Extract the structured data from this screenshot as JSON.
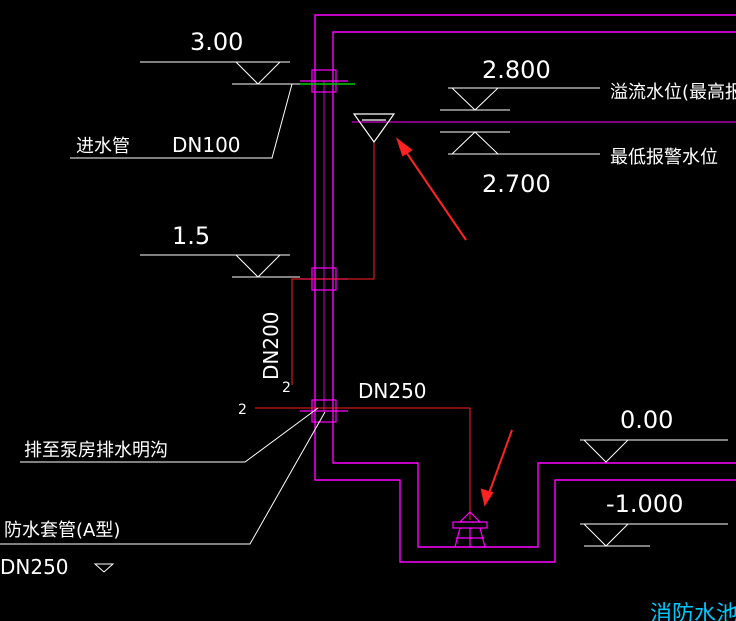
{
  "colors": {
    "background": "#000000",
    "wall": "#ff00ff",
    "pipe": "#ff2020",
    "leader": "#ffffff",
    "inlet_marker": "#00cc00",
    "arrow": "#ff2222",
    "caption": "#00c8ff"
  },
  "elevations": {
    "inlet": "3.00",
    "overflow": "2.800",
    "low_alarm": "2.700",
    "mid": "1.5",
    "ground": "0.00",
    "basement": "-1.000"
  },
  "labels": {
    "inlet_pipe": "进水管",
    "inlet_dn": "DN100",
    "overflow_level": "溢流水位(最高报警",
    "low_alarm_level": "最低报警水位",
    "drain_dn200": "DN200",
    "drain_dn250": "DN250",
    "drain_to": "排至泵房排水明沟",
    "sleeve": "防水套管(A型)",
    "sleeve_dn": "DN250",
    "caption": "消防水池"
  },
  "icons": {
    "overflow_funnel": "funnel-icon",
    "floor_drain": "floor-drain-icon",
    "level_marker": "elevation-triangle-icon",
    "callout_arrow": "arrow-icon"
  }
}
